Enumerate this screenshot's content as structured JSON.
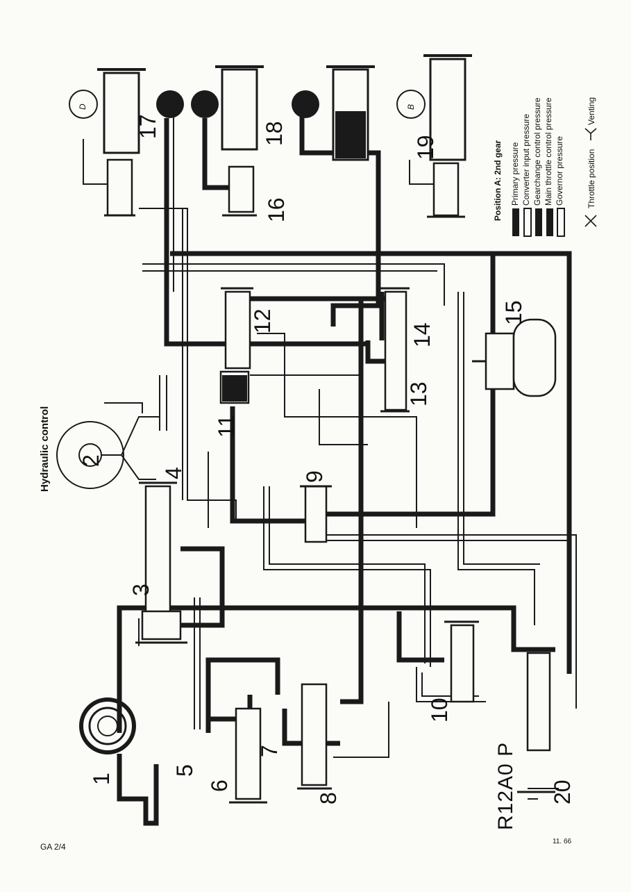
{
  "title": "Hydraulic control",
  "legend": {
    "heading": "Position A: 2nd gear",
    "items": [
      {
        "label": "Primary pressure"
      },
      {
        "label": "Converter input pressure"
      },
      {
        "label": "Gearchange control pressure"
      },
      {
        "label": "Main throttle control pressure"
      },
      {
        "label": "Governor pressure"
      }
    ],
    "throttle_label": "Throttle position",
    "venting_label": "Venting"
  },
  "gauges": {
    "d": "D",
    "b": "B"
  },
  "components": [
    "1",
    "2",
    "3",
    "4",
    "5",
    "6",
    "7",
    "8",
    "9",
    "10",
    "11",
    "12",
    "13",
    "14",
    "15",
    "16",
    "17",
    "18",
    "19",
    "20"
  ],
  "selector_positions": "R12A0 P",
  "footer": {
    "left": "GA 2/4",
    "right": "11. 66"
  },
  "colors": {
    "ink": "#1a1a1a",
    "paper": "#fbfbf8"
  }
}
